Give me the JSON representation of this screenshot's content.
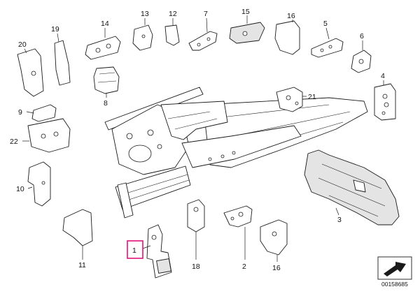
{
  "diagram": {
    "callouts": {
      "c1": "1",
      "c2": "2",
      "c3": "3",
      "c4": "4",
      "c5": "5",
      "c6": "6",
      "c7": "7",
      "c8": "8",
      "c9": "9",
      "c10": "10",
      "c11": "11",
      "c12": "12",
      "c13": "13",
      "c14": "14",
      "c15": "15",
      "c16a": "16",
      "c16b": "16",
      "c18": "18",
      "c19": "19",
      "c20": "20",
      "c21": "21",
      "c22": "22"
    },
    "highlighted_callout": "1",
    "highlight_color": "#e0147a",
    "reference_code": "00158685",
    "icons": [
      "arrow-box-icon"
    ]
  }
}
